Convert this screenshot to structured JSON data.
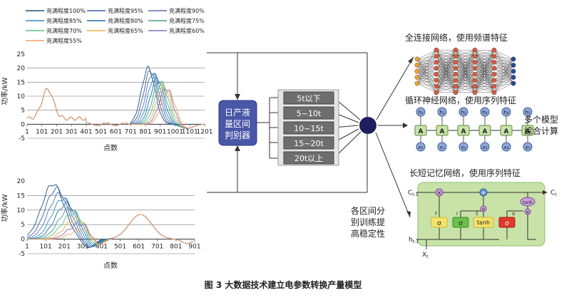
{
  "legend": [
    {
      "label": "充满程度100%",
      "color": "#1f4e79"
    },
    {
      "label": "充满程度95%",
      "color": "#3a5ba9"
    },
    {
      "label": "充满程度90%",
      "color": "#5b6fa8"
    },
    {
      "label": "充满程度85%",
      "color": "#2e8bc0"
    },
    {
      "label": "充满程度80%",
      "color": "#1e6fb0"
    },
    {
      "label": "充满程度75%",
      "color": "#4a9b8f"
    },
    {
      "label": "充满程度70%",
      "color": "#5bbf8a"
    },
    {
      "label": "充满程度65%",
      "color": "#e6b24c"
    },
    {
      "label": "充满程度60%",
      "color": "#8b6fb0"
    },
    {
      "label": "充满程度55%",
      "color": "#f0a070"
    }
  ],
  "chart_top": {
    "ylabel": "功率/kW",
    "xlabel": "点数",
    "yticks": [
      "25",
      "20",
      "15",
      "10",
      "5",
      "0",
      "-5"
    ],
    "xticks": [
      "1",
      "101",
      "201",
      "301",
      "401",
      "501",
      "601",
      "701",
      "801",
      "901",
      "1001",
      "1101",
      "1201"
    ]
  },
  "chart_bottom": {
    "ylabel": "功率/kW",
    "xlabel": "点数",
    "yticks": [
      "20",
      "15",
      "10",
      "5",
      "0",
      "-5"
    ],
    "xticks": [
      "1",
      "101",
      "201",
      "301",
      "401",
      "501",
      "601",
      "701",
      "801",
      "901"
    ]
  },
  "discriminator": {
    "line1": "日产液",
    "line2": "量区间",
    "line3": "判别器"
  },
  "ranges": [
    "5t以下",
    "5~10t",
    "10~15t",
    "15~20t",
    "20t以上"
  ],
  "networks": {
    "fc_title": "全连接网络，使用频谱特征",
    "rnn_title": "循环神经网络，使用序列特征",
    "lstm_title": "长短记忆网络，使用序列特征",
    "multi_line1": "多个模型",
    "multi_line2": "综合计算",
    "rnn_node": "A",
    "rnn_h": [
      "h₀",
      "h₁",
      "h₂",
      "h₃",
      "h₄",
      "h₅"
    ],
    "rnn_x": [
      "x₀",
      "x₁",
      "x₂",
      "x₃",
      "x₄",
      "x₅"
    ],
    "lstm_labels": {
      "c_prev": "C",
      "c_sub": "t-1",
      "c_next": "C",
      "c_next_sub": "t",
      "h_prev": "h",
      "h_sub": "t-1",
      "x": "X",
      "x_sub": "t",
      "tanh": "tanh",
      "sigma": "σ",
      "f": "f",
      "i": "i",
      "c_tilde": "c̃",
      "o": "o"
    }
  },
  "note": {
    "line1": "各区间分",
    "line2": "别训练提",
    "line3": "高稳定性"
  },
  "caption": "图 3    大数据技术建立电参数转换产量模型"
}
